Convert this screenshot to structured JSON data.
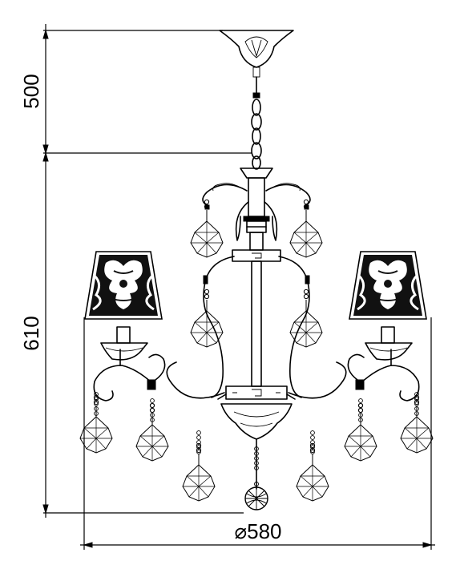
{
  "dimensions": {
    "mount_height": "500",
    "body_height": "610",
    "diameter": "⌀580"
  }
}
